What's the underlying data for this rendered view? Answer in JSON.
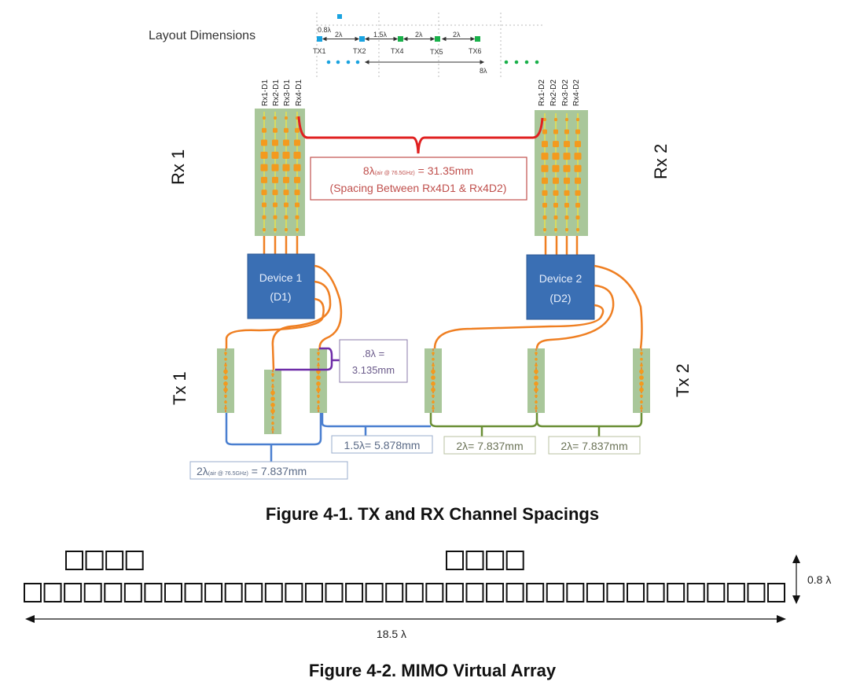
{
  "figure1": {
    "caption": "Figure 4-1. TX and RX Channel Spacings",
    "layout_dimensions": {
      "title": "Layout Dimensions",
      "tx_labels": [
        "TX1",
        "TX2",
        "TX4",
        "TX5",
        "TX6"
      ],
      "spacings": [
        "0.8λ",
        "2λ",
        "1.5λ",
        "2λ",
        "2λ"
      ],
      "rx_gap": "8λ"
    },
    "rx1": {
      "label": "Rx 1",
      "channels": [
        "Rx1-D1",
        "Rx2-D1",
        "Rx3-D1",
        "Rx4-D1"
      ]
    },
    "rx2": {
      "label": "Rx 2",
      "channels": [
        "Rx1-D2",
        "Rx2-D2",
        "Rx3-D2",
        "Rx4-D2"
      ]
    },
    "rx_spacing_note": {
      "line1_main": "8λ",
      "line1_sub": "(air @ 76.5GHz)",
      "line1_value": " = 31.35mm",
      "line2": "(Spacing Between  Rx4D1 & Rx4D2)"
    },
    "device1": {
      "name": "Device 1",
      "id": "(D1)"
    },
    "device2": {
      "name": "Device 2",
      "id": "(D2)"
    },
    "tx1_label": "Tx 1",
    "tx2_label": "Tx 2",
    "elevation_note": {
      "line1": ".8λ =",
      "line2": "3.135mm"
    },
    "tx_spacing_notes": {
      "tx1_pair": {
        "main": "2λ",
        "sub": "(air @ 76.5GHz)",
        "value": " = 7.837mm"
      },
      "tx1_tx2": "1.5λ= 5.878mm",
      "tx2_pair_a": "2λ= 7.837mm",
      "tx2_pair_b": "2λ= 7.837mm"
    },
    "colors": {
      "device": "#3a6fb4",
      "antenna_board": "#a9c79a",
      "patch": "#f39a1e",
      "trace": "#ef7f22",
      "rx_bracket": "#e02020",
      "rx_note_border": "#c0504d",
      "tx1_bracket": "#4a7fd0",
      "tx2_bracket": "#6a8f35",
      "elevation_bracket": "#6f2da8",
      "tx_layout_blue": "#1aa3e0",
      "tx_layout_green": "#19b04a"
    }
  },
  "figure2": {
    "caption": "Figure 4-2. MIMO Virtual Array",
    "bottom_row_count": 38,
    "top_group_count": 4,
    "top_groups": 2,
    "width_label": "18.5 λ",
    "height_label": "0.8 λ"
  }
}
